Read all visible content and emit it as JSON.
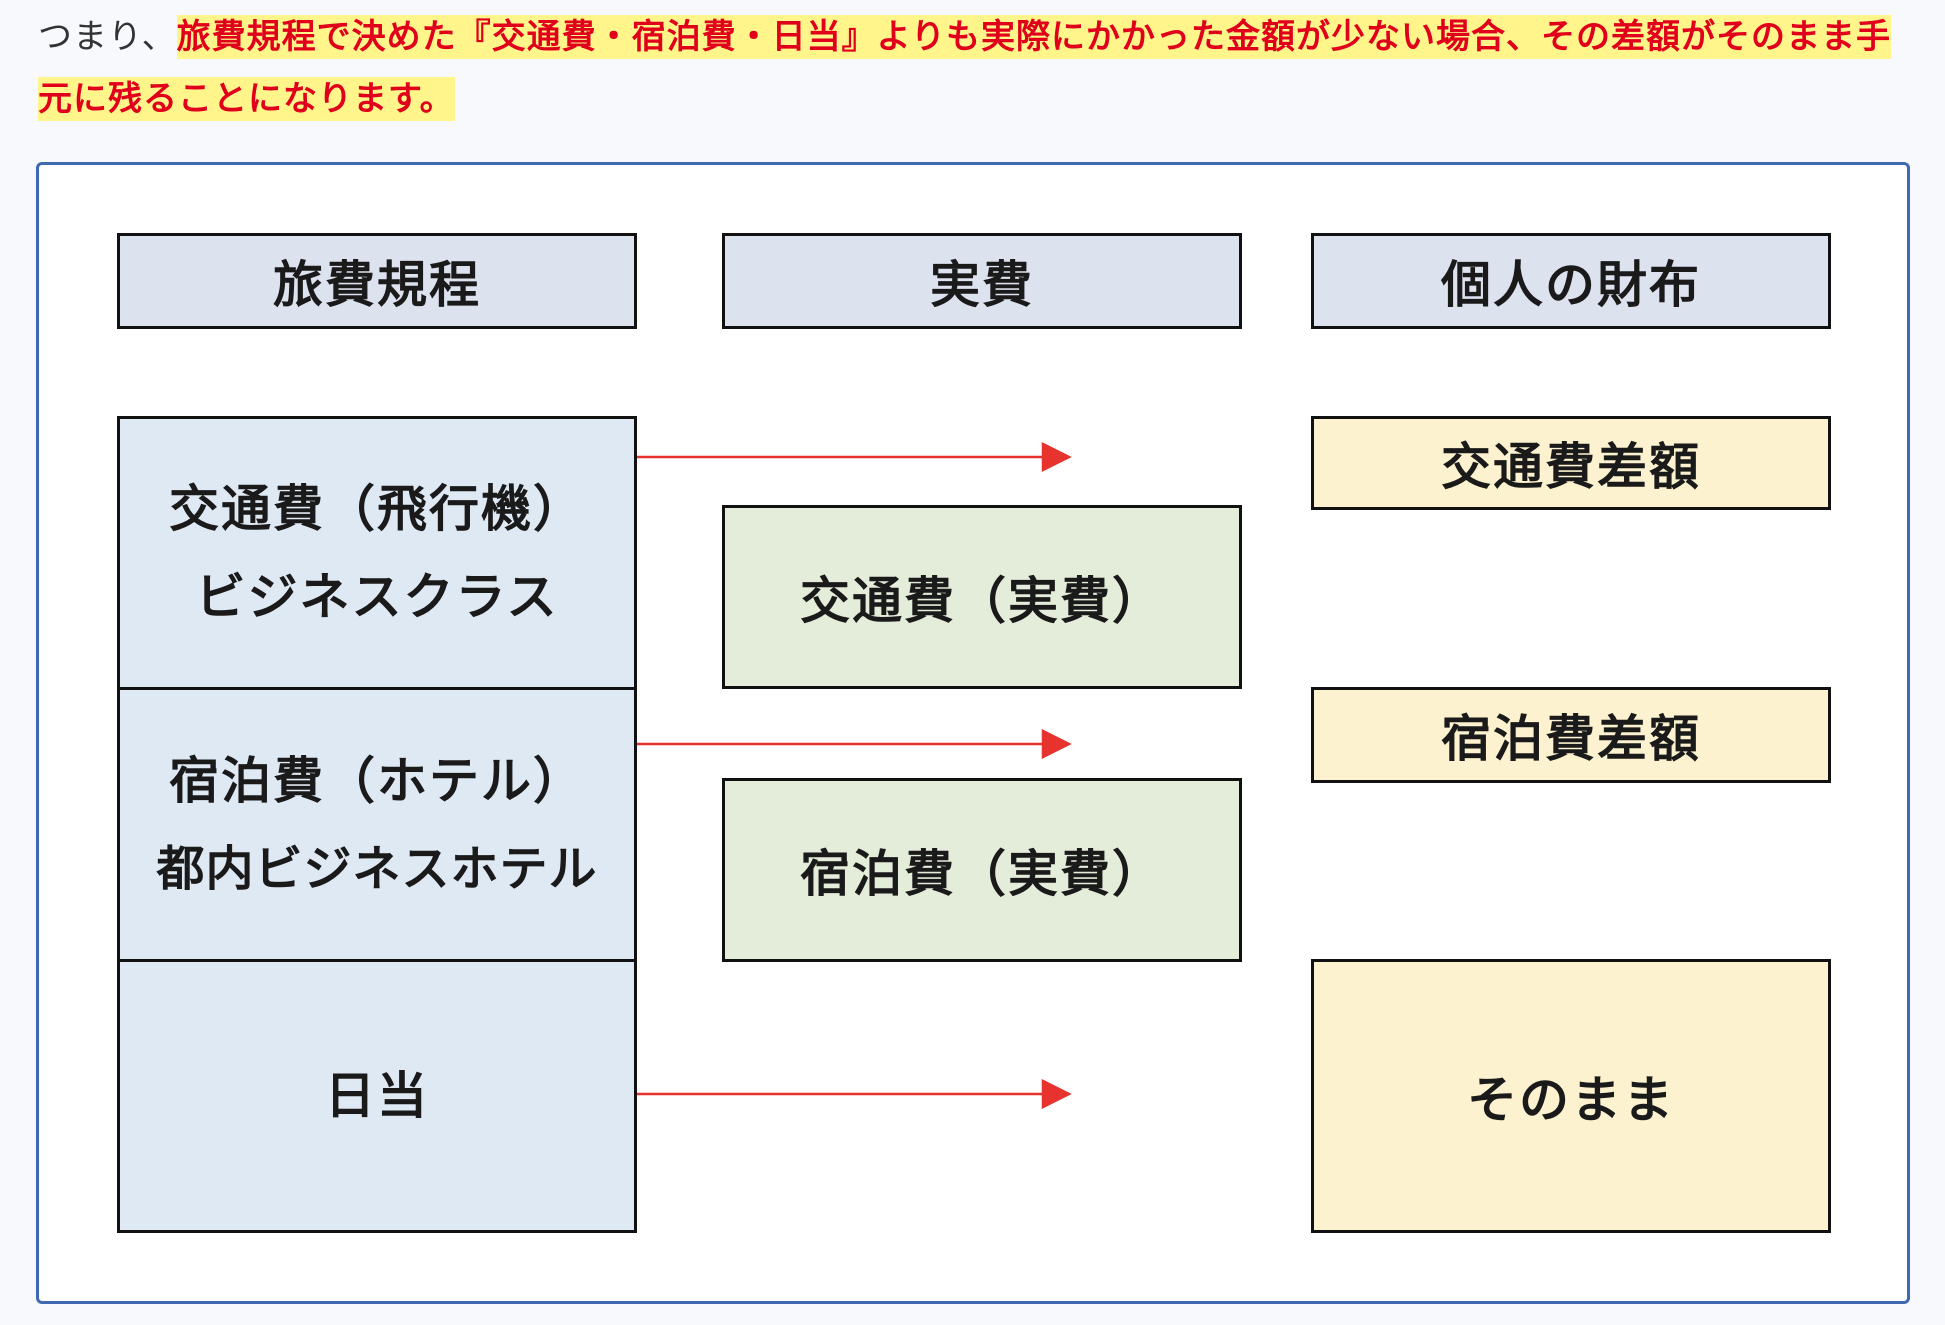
{
  "intro": {
    "lead": "つまり、",
    "highlight": "旅費規程で決めた『交通費・宿泊費・日当』よりも実際にかかった金額が少ない場合、その差額がそのまま手元に残ることになります。"
  },
  "diagram": {
    "headers": {
      "rules": "旅費規程",
      "actual": "実費",
      "wallet": "個人の財布"
    },
    "rules": {
      "transport_line1": "交通費（飛行機）",
      "transport_line2": "ビジネスクラス",
      "lodging_line1": "宿泊費（ホテル）",
      "lodging_line2": "都内ビジネスホテル",
      "daily": "日当"
    },
    "actual": {
      "transport": "交通費（実費）",
      "lodging": "宿泊費（実費）"
    },
    "wallet": {
      "transport_diff": "交通費差額",
      "lodging_diff": "宿泊費差額",
      "as_is": "そのまま"
    },
    "colors": {
      "arrow": "#e8322d",
      "frame": "#3f6ab0",
      "header_fill": "#dde2ef",
      "rules_fill": "#dfe9f4",
      "actual_fill": "#e3edd9",
      "wallet_fill": "#fdf2cf",
      "highlight_bg": "#fff58a",
      "highlight_text": "#e0001b"
    }
  }
}
